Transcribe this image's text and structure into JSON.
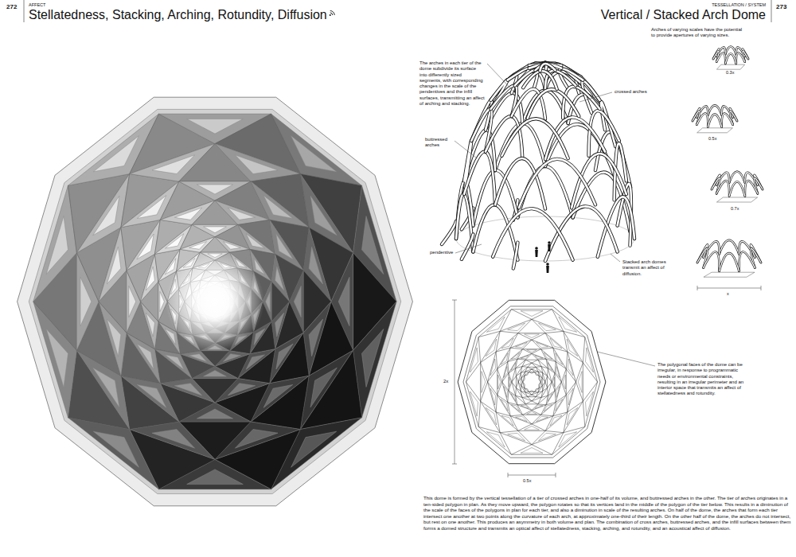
{
  "diagram": {
    "title": "Stellatedness, Stacking, Arching, Rotundity, Diffusion",
    "caption": "This dome is formed by the vertical tessellation of a tier of crossed arches in one-half of its volume, and buttressed arches in the other. The tier of arches originates in a ten-sided polygon in plan. As they move upward, the polygon rotates so that its vertices land in the middle of the polygon of the tier below. This results in a diminution of the scale of the faces of the polygons in plan for each tier, and also a diminution in scale of the resulting arches. On half of the dome, the arches that form each tier intersect one another at two points along the curvature of each arch, at approximately one-third of their length. On the other half of the dome, the arches do not intersect, but rest on one another. This produces an asymmetry in both volume and plan. The combination of cross arches, buttressed arches, and the infill surfaces between them forms a domed structure and transmits an optical affect of stellatedness, stacking, arching, and rotundity, and an acoustical affect of diffusion.",
    "labels": [
      "272",
      "AFFECT",
      "TESSELLATION / SYSTEM",
      "Vertical / Stacked Arch Dome",
      "273",
      "The arches in each tier of the dome subdivide its surface into differently sized segments, with corresponding changes in the scale of the pendentives and the infill surfaces, transmitting an affect of arching and stacking.",
      "crossed arches",
      "buttressed arches",
      "pendentive",
      "Stacked arch domes transmit an affect of diffusion.",
      "Arches of varying scales have the potential to provide apertures of varying sizes.",
      "0.3x",
      "0.5x",
      "0.7x",
      "x",
      "The polygonal faces of the dome can be irregular, in response to programmatic needs or environmental constraints, resulting in an irregular perimeter and an interior space that transmits an affect of stellatedness and rotundity.",
      "2x",
      "0.5x"
    ]
  }
}
